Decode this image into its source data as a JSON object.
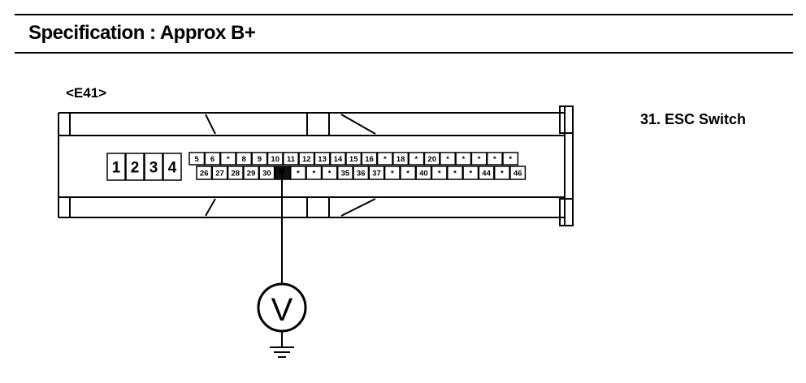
{
  "specification": {
    "label": "Specification",
    "separator": ":",
    "value": "Approx B+"
  },
  "connector": {
    "id": "<E41>",
    "large_pins": [
      "1",
      "2",
      "3",
      "4"
    ],
    "top_row": [
      "5",
      "6",
      "*",
      "8",
      "9",
      "10",
      "11",
      "12",
      "13",
      "14",
      "15",
      "16",
      "*",
      "18",
      "*",
      "20",
      "*",
      "*",
      "*",
      "*",
      "*"
    ],
    "bottom_row": [
      "26",
      "27",
      "28",
      "29",
      "30",
      "",
      "*",
      "*",
      "*",
      "35",
      "36",
      "37",
      "*",
      "*",
      "40",
      "*",
      "*",
      "*",
      "44",
      "*",
      "46"
    ],
    "highlighted_pin": "31"
  },
  "pin_description": "31. ESC Switch",
  "meter": {
    "symbol": "V",
    "icon": "voltmeter-icon",
    "ground_icon": "ground-icon"
  }
}
